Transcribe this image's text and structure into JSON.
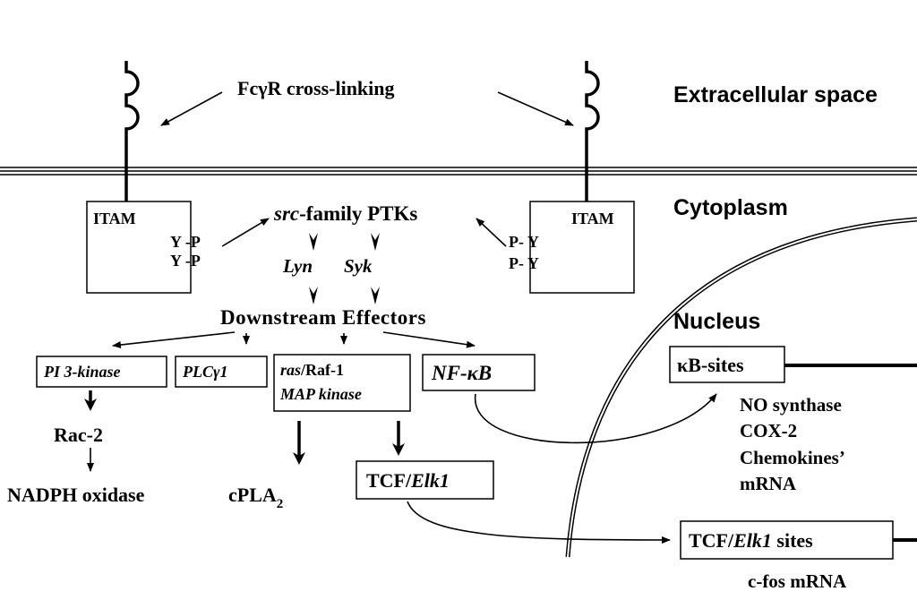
{
  "colors": {
    "ink": "#000000",
    "background": "#ffffff"
  },
  "regions": {
    "extracellular": "Extracellular space",
    "cytoplasm": "Cytoplasm",
    "nucleus": "Nucleus"
  },
  "receptor": {
    "crosslinking": "FcγR cross-linking",
    "itam": "ITAM",
    "y_p": "Y -P",
    "p_y": "P- Y"
  },
  "kinases": {
    "src_prefix": "src",
    "src_suffix": "-family PTKs",
    "lyn": "Lyn",
    "syk": "Syk"
  },
  "effectors": {
    "title": "Downstream Effectors",
    "pi3k": "PI 3-kinase",
    "plc": "PLCγ1",
    "ras_prefix": "ras",
    "ras_suffix": "/Raf-1",
    "mapk": "MAP kinase",
    "nfkb": "NF-κB"
  },
  "products": {
    "rac2": "Rac-2",
    "nadph": "NADPH oxidase",
    "cpla": "cPLA",
    "cpla_sub": "2",
    "tcf_prefix": "TCF/",
    "elk1": "Elk1"
  },
  "nuclear": {
    "kb_sites": "κB-sites",
    "genes": [
      "NO synthase",
      "COX-2",
      "Chemokines’",
      "mRNA"
    ],
    "tcf_sites_prefix": "TCF/",
    "tcf_sites_elk": "Elk1",
    "tcf_sites_suffix": " sites",
    "cfos": "c-fos mRNA"
  }
}
